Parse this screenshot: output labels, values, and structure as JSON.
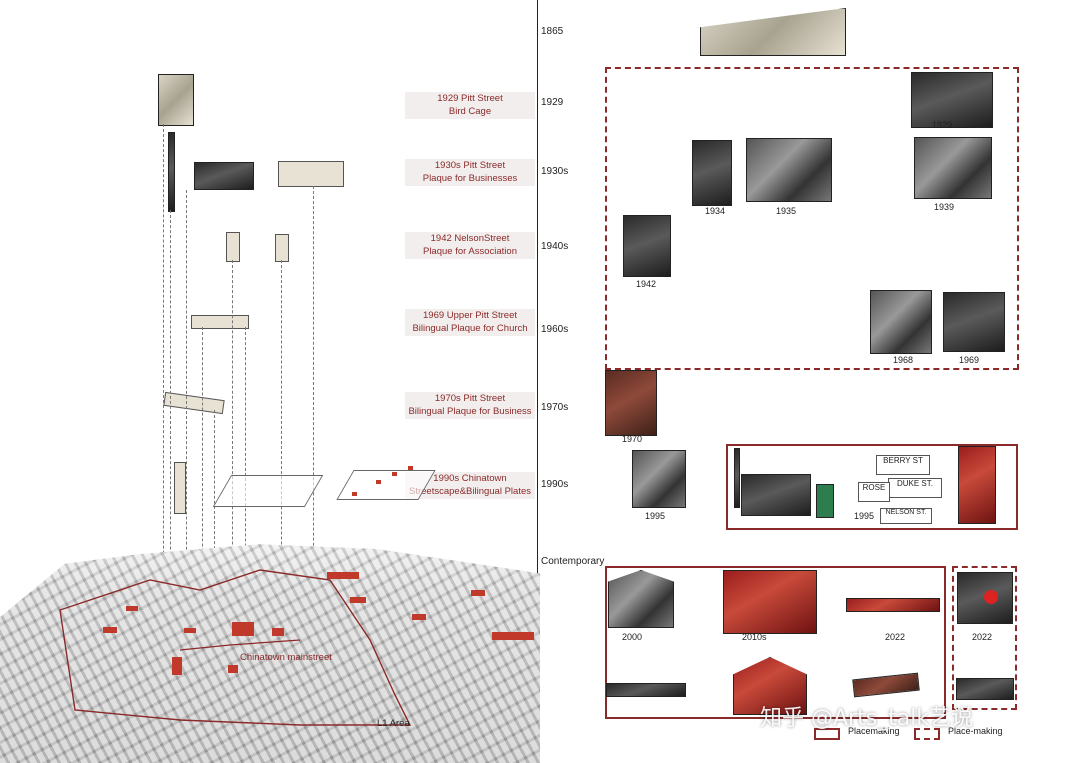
{
  "timeline": {
    "years": [
      "1865",
      "1929",
      "1930s",
      "1940s",
      "1960s",
      "1970s",
      "1990s",
      "Contemporary"
    ]
  },
  "labels": [
    {
      "line1": "1929 Pitt Street",
      "line2": "Bird Cage"
    },
    {
      "line1": "1930s Pitt Street",
      "line2": "Plaque for Businesses"
    },
    {
      "line1": "1942 NelsonStreet",
      "line2": "Plaque for Association"
    },
    {
      "line1": "1969 Upper Pitt Street",
      "line2": "Bilingual Plaque for Church"
    },
    {
      "line1": "1970s Pitt Street",
      "line2": "Bilingual Plaque for Business"
    },
    {
      "line1": "1990s Chinatown",
      "line2": "Streetscape&Bilingual Plates"
    }
  ],
  "photo_years": {
    "p1929": "1929",
    "p1934": "1934",
    "p1935": "1935",
    "p1939": "1939",
    "p1942": "1942",
    "p1968": "1968",
    "p1969": "1969",
    "p1970": "1970",
    "p1995a": "1995",
    "p1995b": "1995",
    "p2000": "2000",
    "p2010s": "2010s",
    "p2022a": "2022",
    "p2022b": "2022"
  },
  "map": {
    "mainstreet": "Chinatown mainstreet",
    "area": "L1 Area"
  },
  "legend": {
    "placemaking": "Placemaking",
    "place_making": "Place-making"
  },
  "signs": {
    "berry": "BERRY ST",
    "duke": "DUKE ST.",
    "rose": "ROSE",
    "nelson": "NELSON ST."
  },
  "watermark": "知乎 @Arts_talk艺说",
  "colors": {
    "accent": "#8b2a2a"
  }
}
